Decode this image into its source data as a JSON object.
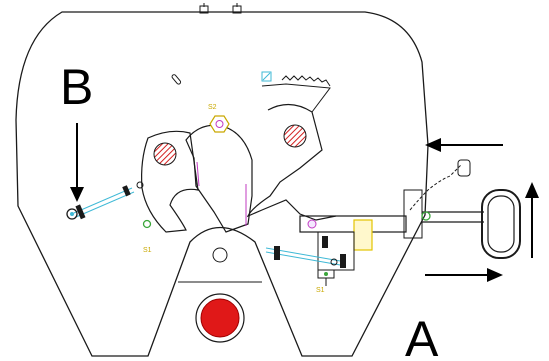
{
  "labels": {
    "top_left": "B",
    "bottom_right": "A",
    "spring_top": "S2",
    "spring_left": "S1",
    "spring_bottom": "S1"
  },
  "colors": {
    "outline": "#1a1a1a",
    "hatch_red": "#d42020",
    "kingpin_red": "#e01818",
    "spring_cyan": "#3fb9d6",
    "magenta": "#c23bc2",
    "yellow": "#e3c400",
    "green": "#3aa63a"
  },
  "icons": {
    "arrow_b": "arrow-down",
    "arrow_a_upper": "arrow-left",
    "arrow_a_lower": "arrow-right",
    "arrow_vertical": "arrow-up"
  }
}
